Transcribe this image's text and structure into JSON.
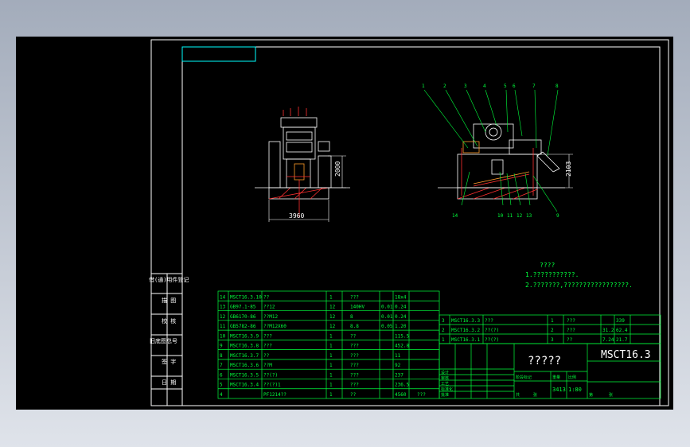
{
  "drawing": {
    "title_cn": "?????",
    "drawing_no": "MSCT16.3",
    "scale": "1:80",
    "weight": "3413",
    "notes_title": "????",
    "notes": [
      "1.???????????.",
      "2.???????,?????????????????."
    ],
    "front_width_dim": "3960",
    "front_height_dim": "2000",
    "side_height_dim": "2103",
    "callouts_top": [
      "1",
      "2",
      "3",
      "4",
      "5",
      "6",
      "7",
      "8"
    ],
    "callouts_bottom": [
      "14",
      "10",
      "11",
      "12",
      "13",
      "9"
    ]
  },
  "left_strip": [
    "借(通)用件登记",
    "描 图",
    "校 核",
    "旧底图总号",
    "签 字",
    "日 期"
  ],
  "bom": [
    {
      "no": "14",
      "code": "MSCT16.3.10",
      "name": "??",
      "qty": "1",
      "mat": "???",
      "w1": "",
      "w2": "18x4"
    },
    {
      "no": "13",
      "code": "GB97.1-85",
      "name": "??12",
      "qty": "12",
      "mat": "140HV",
      "w1": "0.01",
      "w2": "0.24"
    },
    {
      "no": "12",
      "code": "GB6170-86",
      "name": "??M12",
      "qty": "12",
      "mat": "8",
      "w1": "0.01",
      "w2": "0.24"
    },
    {
      "no": "11",
      "code": "GB5782-86",
      "name": "??M12X60",
      "qty": "12",
      "mat": "8.8",
      "w1": "0.05",
      "w2": "1.20"
    },
    {
      "no": "10",
      "code": "MSCT16.3.9",
      "name": "???",
      "qty": "1",
      "mat": "??",
      "w1": "",
      "w2": "115.5"
    },
    {
      "no": "9",
      "code": "MSCT16.3.8",
      "name": "???",
      "qty": "1",
      "mat": "???",
      "w1": "",
      "w2": "452.8"
    },
    {
      "no": "8",
      "code": "MSCT16.3.7",
      "name": "??",
      "qty": "1",
      "mat": "???",
      "w1": "",
      "w2": "11"
    },
    {
      "no": "7",
      "code": "MSCT16.3.6",
      "name": "??M",
      "qty": "1",
      "mat": "???",
      "w1": "",
      "w2": "92"
    },
    {
      "no": "6",
      "code": "MSCT16.3.5",
      "name": "??(?)",
      "qty": "1",
      "mat": "???",
      "w1": "",
      "w2": "237"
    },
    {
      "no": "5",
      "code": "MSCT16.3.4",
      "name": "??(?)1",
      "qty": "1",
      "mat": "???",
      "w1": "",
      "w2": "236.5"
    },
    {
      "no": "4",
      "code": "",
      "name": "PF1214??",
      "qty": "1",
      "mat": "??",
      "w1": "",
      "w2": "4560",
      "note": "???"
    }
  ],
  "bom_right": [
    {
      "no": "3",
      "code": "MSCT16.3.3",
      "name": "???",
      "qty": "1",
      "mat": "???",
      "w1": "",
      "w2": "339"
    },
    {
      "no": "2",
      "code": "MSCT16.3.2",
      "name": "??(?)",
      "qty": "2",
      "mat": "???",
      "w1": "31.2",
      "w2": "62.4"
    },
    {
      "no": "1",
      "code": "MSCT16.3.1",
      "name": "??(?)",
      "qty": "3",
      "mat": "??",
      "w1": "7.24",
      "w2": "21.7"
    }
  ],
  "title_labels": [
    "设计",
    "审核",
    "工艺",
    "标准化",
    "批准",
    "共",
    "张",
    "第",
    "张"
  ],
  "title_mid": [
    "阶段标记",
    "重量",
    "比例"
  ]
}
